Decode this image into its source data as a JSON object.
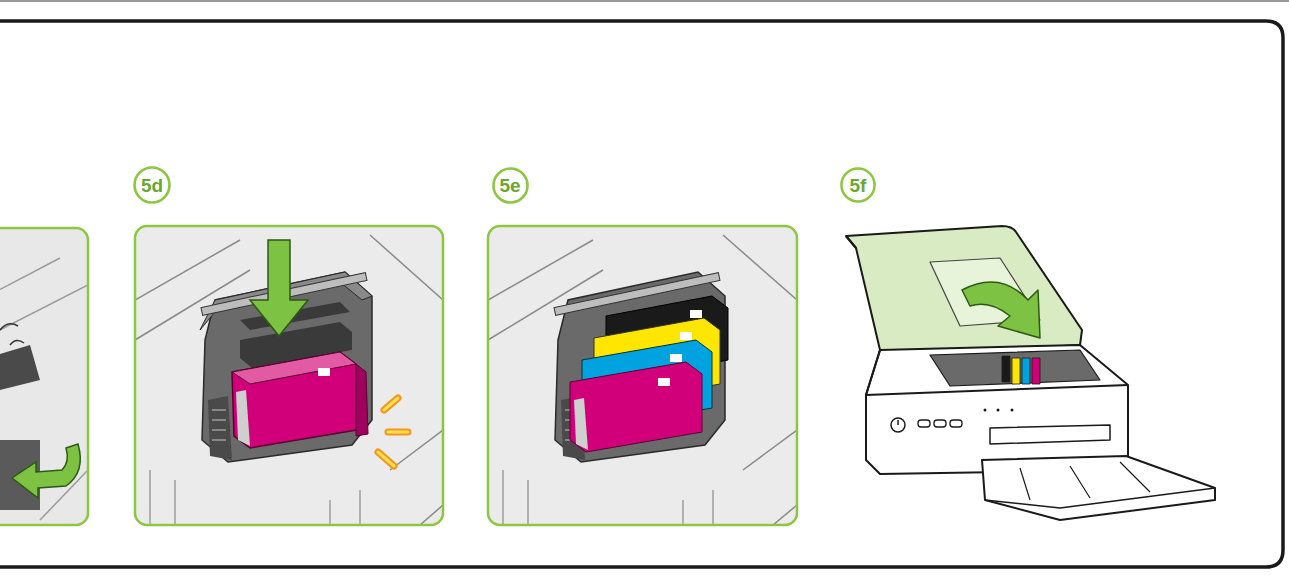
{
  "diagram": {
    "nodes": [
      {
        "text": [
          "5d"
        ]
      },
      {
        "text": [
          "5e"
        ]
      },
      {
        "text": [
          "5f"
        ]
      }
    ]
  }
}
